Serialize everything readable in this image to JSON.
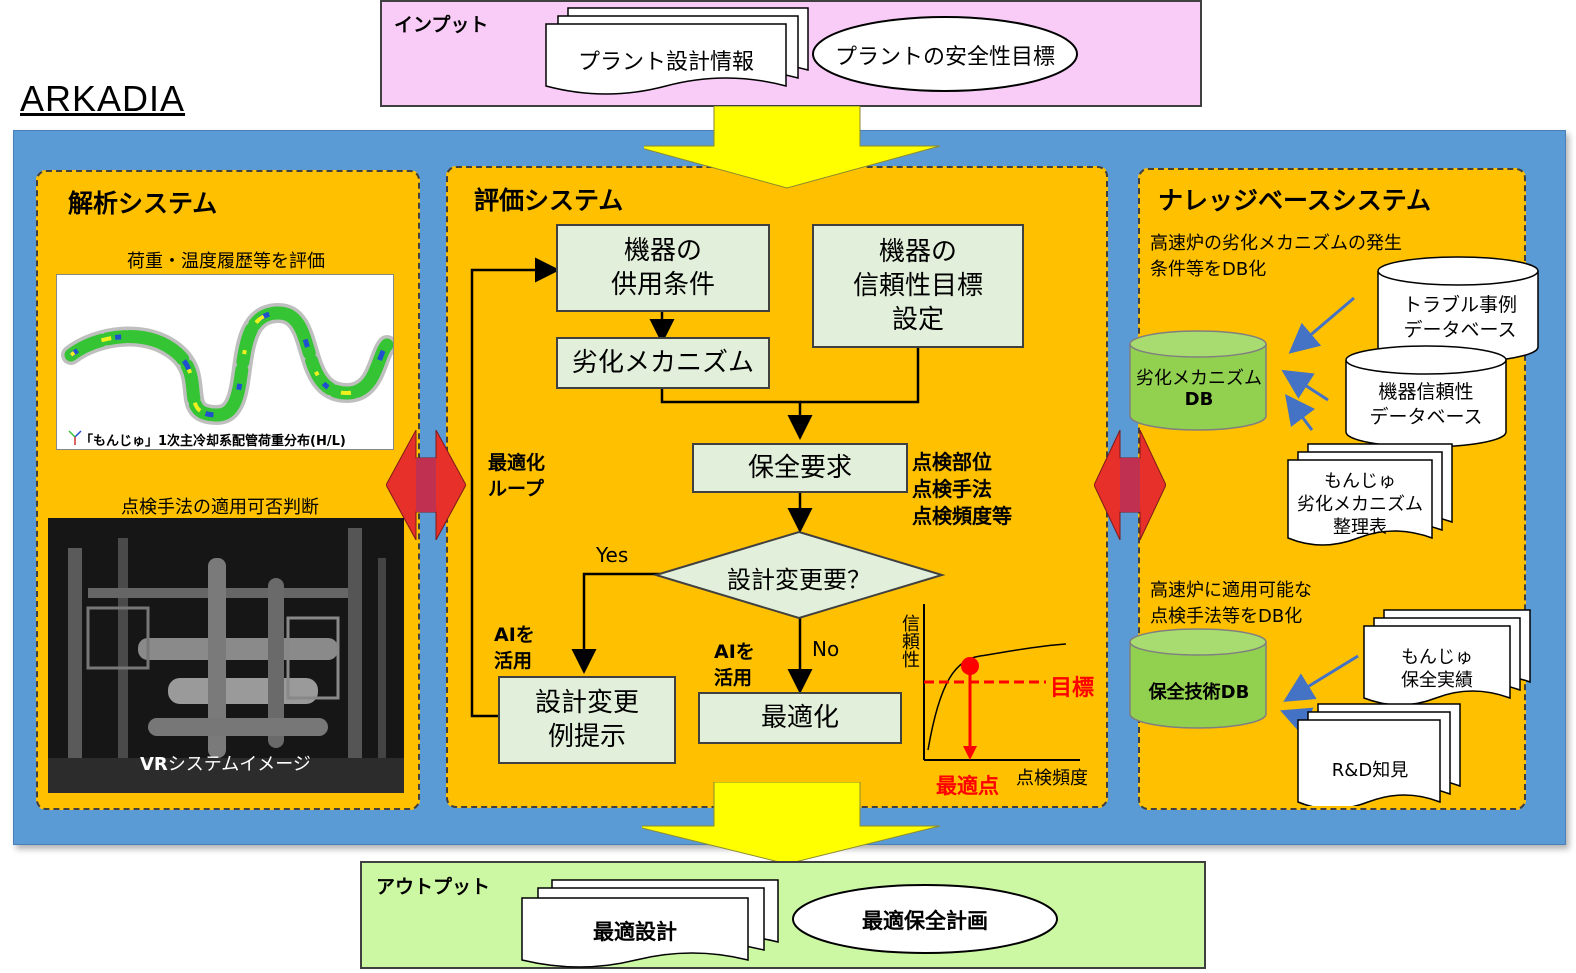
{
  "input": {
    "title": "インプット",
    "doc_label": "プラント設計情報",
    "ellipse_label": "プラントの安全性目標"
  },
  "system_name": "ARKADIA",
  "analysis": {
    "title": "解析システム",
    "caption1": "荷重・温度履歴等を評価",
    "pipe_caption": "「もんじゅ」1次主冷却系配管荷重分布(H/L)",
    "caption2": "点検手法の適用可否判断",
    "vr_caption_bold": "VR",
    "vr_caption_rest": "システムイメージ"
  },
  "evaluation": {
    "title": "評価システム",
    "box_usage": "機器の\n供用条件",
    "box_reliability": "機器の\n信頼性目標\n設定",
    "box_degradation": "劣化メカニズム",
    "box_maintenance": "保全要求",
    "maintenance_notes": "点検部位\n点検手法\n点検頻度等",
    "decision": "設計変更要？",
    "yes_label": "Yes",
    "no_label": "No",
    "loop_label": "最適化\nループ",
    "ai_left": "AIを\n活用",
    "ai_mid": "AIを\n活用",
    "box_design_change": "設計変更\n例提示",
    "box_optimize": "最適化",
    "graph_ylabel": "信頼性",
    "graph_xlabel": "点検頻度",
    "graph_target": "目標",
    "graph_optimum": "最適点"
  },
  "knowledge": {
    "title": "ナレッジベースシステム",
    "caption1": "高速炉の劣化メカニズムの発生\n条件等をDB化",
    "db_degradation_line1": "劣化メカニズム",
    "db_degradation_line2": "DB",
    "db_trouble": "トラブル事例\nデータベース",
    "db_equipment": "機器信頼性\nデータベース",
    "doc_monju_degradation": "もんじゅ\n劣化メカニズム\n整理表",
    "caption2": "高速炉に適用可能な\n点検手法等をDB化",
    "db_maintenance": "保全技術DB",
    "doc_monju_maintenance": "もんじゅ\n保全実績",
    "doc_rd": "R&D知見"
  },
  "output": {
    "title": "アウトプット",
    "doc_label": "最適設計",
    "ellipse_label": "最適保全計画"
  },
  "colors": {
    "input_bg": "#f8ccf7",
    "output_bg": "#ccf7a3",
    "outer_bg": "#5b9bd5",
    "panel_bg": "#ffc000",
    "arrow_yellow": "#ffff00",
    "double_arrow": "#e8302a",
    "green_db": "#92d050",
    "target_red": "#ff0000"
  }
}
